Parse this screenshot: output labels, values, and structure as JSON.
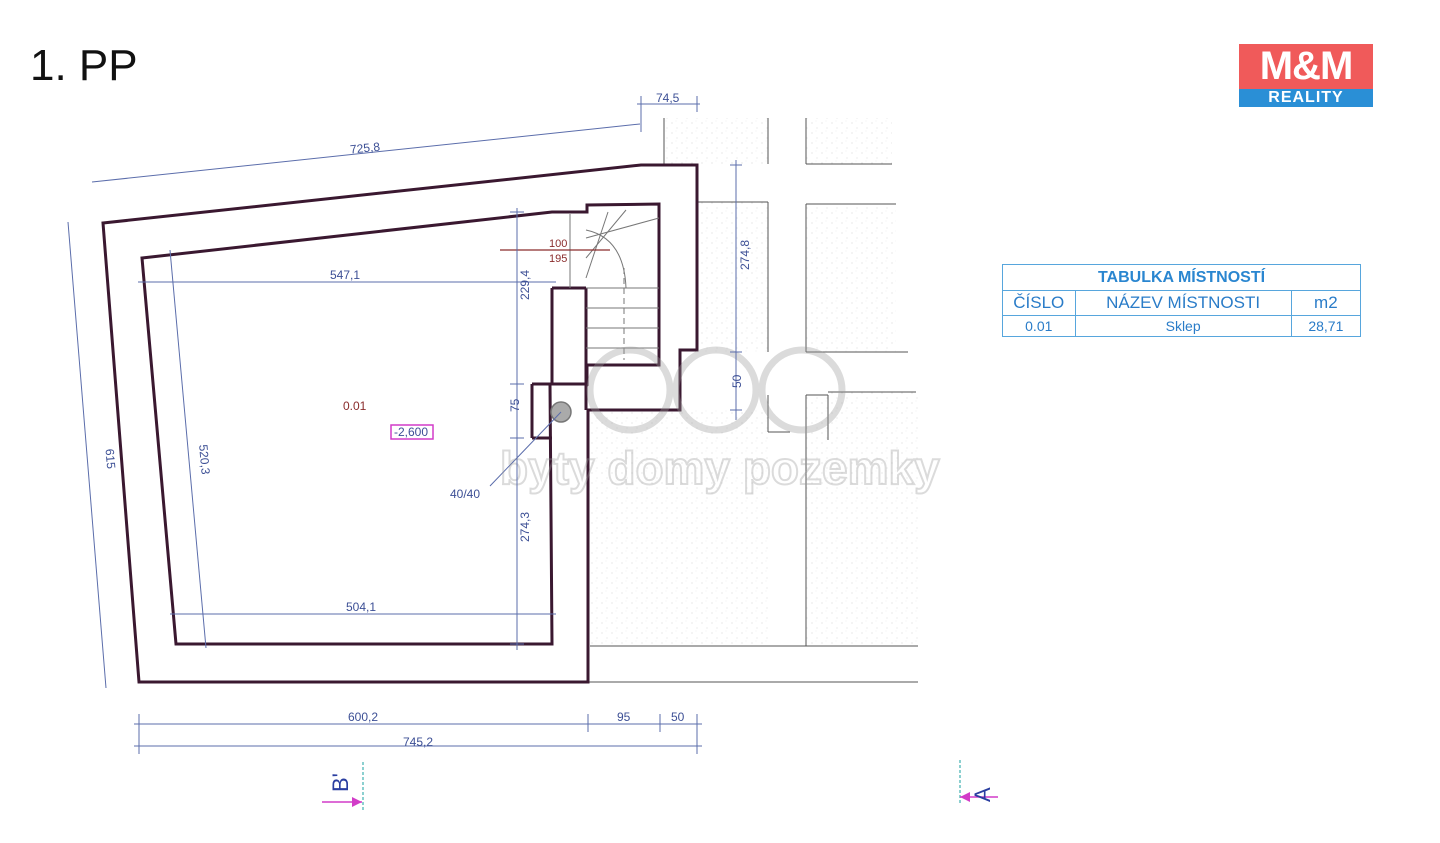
{
  "floor_title": "1. PP",
  "logo": {
    "top": "M&M",
    "bottom": "REALITY",
    "colors": {
      "top": "#f05a5a",
      "bottom": "#2a8fd6"
    }
  },
  "watermark": "byty domy pozemky",
  "room": {
    "id": "0.01",
    "level": "-2,600",
    "column": "40/40"
  },
  "stairs": {
    "rise": "100",
    "tread": "195"
  },
  "dimensions": {
    "top_overall": "725,8",
    "top_right": "74,5",
    "inner_top": "547,1",
    "inner_bottom": "504,1",
    "left_outer": "615",
    "left_inner": "520,3",
    "right_upper": "229,4",
    "right_mid": "75",
    "right_lower": "274,3",
    "ext_right_upper": "274,8",
    "ext_right_lower": "50",
    "bottom_a": "600,2",
    "bottom_b": "95",
    "bottom_c": "50",
    "bottom_total": "745,2"
  },
  "section_markers": {
    "b": "B'",
    "a": "A"
  },
  "room_table": {
    "caption": "TABULKA MÍSTNOSTÍ",
    "headers": [
      "ČÍSLO",
      "NÁZEV MÍSTNOSTI",
      "m2"
    ],
    "rows": [
      {
        "number": "0.01",
        "name": "Sklep",
        "area": "28,71"
      }
    ]
  }
}
